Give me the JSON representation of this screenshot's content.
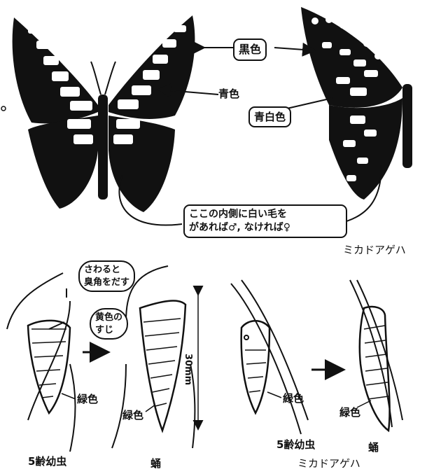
{
  "top_diagram": {
    "labels": {
      "black": "黒色",
      "blue": "青色",
      "bluewhite": "青白色"
    },
    "note_lines": [
      "ここの内側に白い毛を",
      "があれば♂, なければ♀"
    ],
    "species_caption": "ミカドアゲハ"
  },
  "bottom_left": {
    "bubble_lines": [
      "さわると",
      "臭角をだす"
    ],
    "stripe_lines": [
      "黄色の",
      "すじ"
    ],
    "larva_color": "緑色",
    "pupa_color": "緑色",
    "size": "30mm",
    "larva_caption": "5齢幼虫",
    "pupa_caption": "蛹"
  },
  "bottom_right": {
    "larva_color": "緑色",
    "pupa_color": "緑色",
    "larva_caption": "5齢幼虫",
    "pupa_caption": "蛹",
    "species_caption": "ミカドアゲハ"
  },
  "colors": {
    "ink": "#111111",
    "paper": "#ffffff"
  },
  "icons": [
    "butterfly-left-drawing",
    "butterfly-right-drawing",
    "larva-drawing",
    "pupa-drawing",
    "arrow-right"
  ]
}
